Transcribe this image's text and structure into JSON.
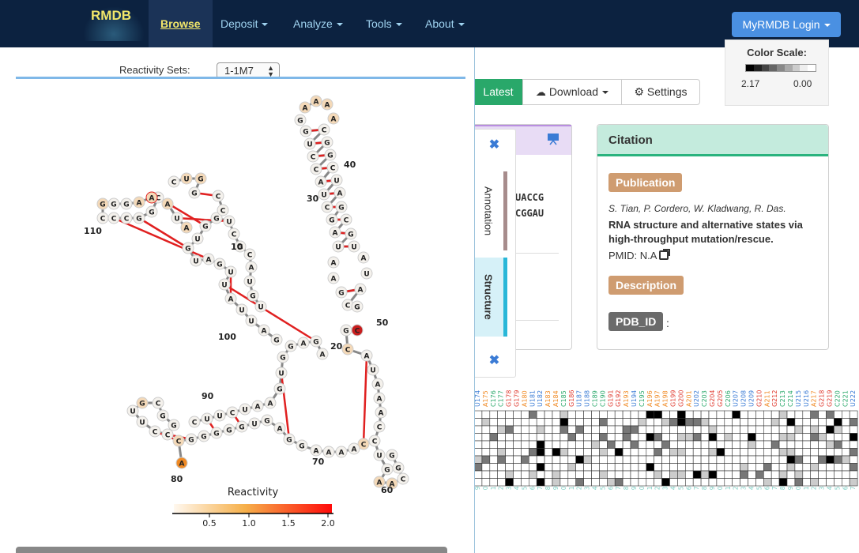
{
  "nav": {
    "brand": "RMDB",
    "items": [
      {
        "label": "Browse",
        "active": true
      },
      {
        "label": "Deposit",
        "dropdown": true
      },
      {
        "label": "Analyze",
        "dropdown": true
      },
      {
        "label": "Tools",
        "dropdown": true
      },
      {
        "label": "About",
        "dropdown": true
      }
    ],
    "login": "MyRMDB Login"
  },
  "color_scale": {
    "title": "Color Scale:",
    "max": "2.17",
    "min": "0.00"
  },
  "toolbar": {
    "latest": "Latest",
    "download": "Download",
    "settings": "Settings"
  },
  "side_tabs": {
    "annotation": "Annotation",
    "structure": "Structure",
    "close": "✖"
  },
  "sequence_preview": {
    "line1": "UACCG",
    "line2": "CGGAU"
  },
  "citation": {
    "header": "Citation",
    "publication_badge": "Publication",
    "authors": "S. Tian, P. Cordero, W. Kladwang, R. Das.",
    "title": "RNA structure and alternative states via high-throughput mutation/rescue.",
    "pmid": "PMID: N.A",
    "description_badge": "Description",
    "pdb_badge": "PDB_ID",
    "pdb_value": ":"
  },
  "reactivity": {
    "label": "Reactivity Sets:",
    "selected": "1-1M7",
    "legend_title": "Reactivity",
    "legend_ticks": [
      "0.5",
      "1.0",
      "1.5",
      "2.0"
    ]
  },
  "colors": {
    "navbar": "#0c2240",
    "accent": "#4a90e2",
    "green": "#29a86a",
    "high": "#e02020",
    "mid": "#f08a24",
    "low": "#f4d9b8"
  }
}
